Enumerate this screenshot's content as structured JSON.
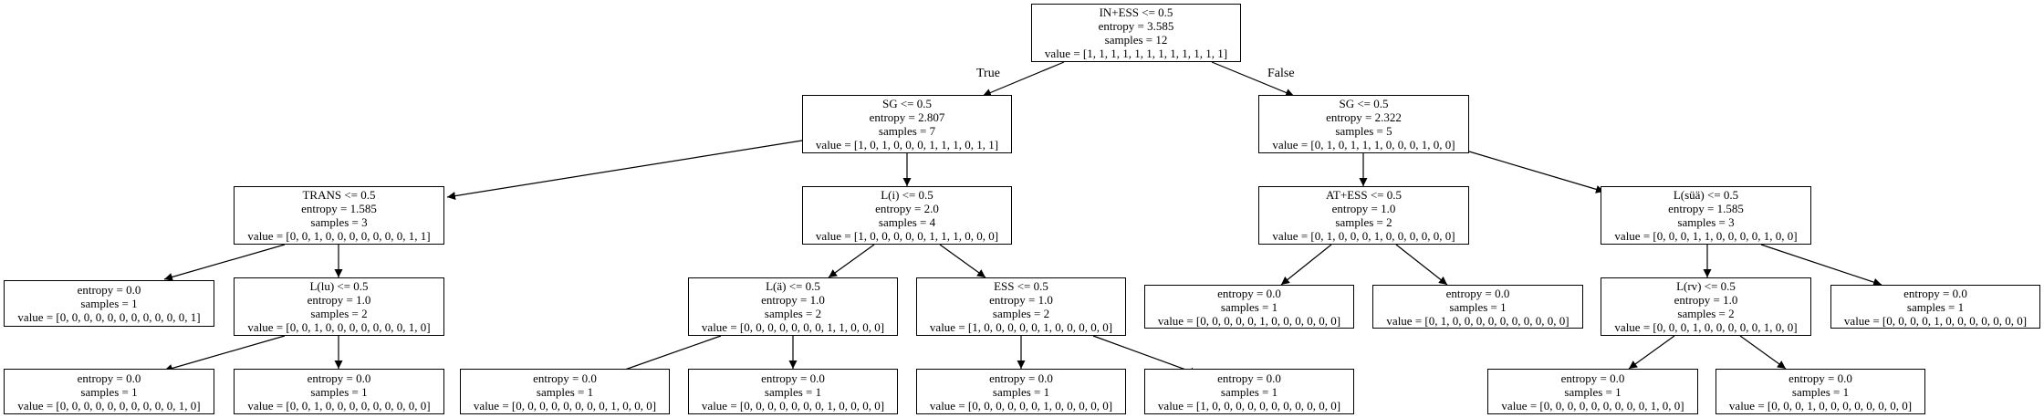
{
  "tree": {
    "edge_labels": {
      "true_label": "True",
      "false_label": "False"
    },
    "nodes": {
      "n0": {
        "lines": [
          "IN+ESS <= 0.5",
          "entropy = 3.585",
          "samples = 12",
          "value = [1, 1, 1, 1, 1, 1, 1, 1, 1, 1, 1, 1]"
        ]
      },
      "n1": {
        "lines": [
          "SG <= 0.5",
          "entropy = 2.807",
          "samples = 7",
          "value = [1, 0, 1, 0, 0, 0, 1, 1, 1, 0, 1, 1]"
        ]
      },
      "n2": {
        "lines": [
          "SG <= 0.5",
          "entropy = 2.322",
          "samples = 5",
          "value = [0, 1, 0, 1, 1, 1, 0, 0, 0, 1, 0, 0]"
        ]
      },
      "n3": {
        "lines": [
          "TRANS <= 0.5",
          "entropy = 1.585",
          "samples = 3",
          "value = [0, 0, 1, 0, 0, 0, 0, 0, 0, 0, 1, 1]"
        ]
      },
      "n4": {
        "lines": [
          "L(i) <= 0.5",
          "entropy = 2.0",
          "samples = 4",
          "value = [1, 0, 0, 0, 0, 0, 1, 1, 1, 0, 0, 0]"
        ]
      },
      "n5": {
        "lines": [
          "AT+ESS <= 0.5",
          "entropy = 1.0",
          "samples = 2",
          "value = [0, 1, 0, 0, 0, 1, 0, 0, 0, 0, 0, 0]"
        ]
      },
      "n6": {
        "lines": [
          "L(süä) <= 0.5",
          "entropy = 1.585",
          "samples = 3",
          "value = [0, 0, 0, 1, 1, 0, 0, 0, 0, 1, 0, 0]"
        ]
      },
      "n7": {
        "lines": [
          "entropy = 0.0",
          "samples = 1",
          "value = [0, 0, 0, 0, 0, 0, 0, 0, 0, 0, 0, 1]"
        ]
      },
      "n8": {
        "lines": [
          "L(lu) <= 0.5",
          "entropy = 1.0",
          "samples = 2",
          "value = [0, 0, 1, 0, 0, 0, 0, 0, 0, 0, 1, 0]"
        ]
      },
      "n9": {
        "lines": [
          "L(ä) <= 0.5",
          "entropy = 1.0",
          "samples = 2",
          "value = [0, 0, 0, 0, 0, 0, 0, 1, 1, 0, 0, 0]"
        ]
      },
      "n10": {
        "lines": [
          "ESS <= 0.5",
          "entropy = 1.0",
          "samples = 2",
          "value = [1, 0, 0, 0, 0, 0, 1, 0, 0, 0, 0, 0]"
        ]
      },
      "n11": {
        "lines": [
          "entropy = 0.0",
          "samples = 1",
          "value = [0, 0, 0, 0, 0, 1, 0, 0, 0, 0, 0, 0]"
        ]
      },
      "n12": {
        "lines": [
          "entropy = 0.0",
          "samples = 1",
          "value = [0, 1, 0, 0, 0, 0, 0, 0, 0, 0, 0, 0]"
        ]
      },
      "n13": {
        "lines": [
          "L(rv) <= 0.5",
          "entropy = 1.0",
          "samples = 2",
          "value = [0, 0, 0, 1, 0, 0, 0, 0, 0, 1, 0, 0]"
        ]
      },
      "n14": {
        "lines": [
          "entropy = 0.0",
          "samples = 1",
          "value = [0, 0, 0, 0, 1, 0, 0, 0, 0, 0, 0, 0]"
        ]
      },
      "n15": {
        "lines": [
          "entropy = 0.0",
          "samples = 1",
          "value = [0, 0, 0, 0, 0, 0, 0, 0, 0, 0, 1, 0]"
        ]
      },
      "n16": {
        "lines": [
          "entropy = 0.0",
          "samples = 1",
          "value = [0, 0, 1, 0, 0, 0, 0, 0, 0, 0, 0, 0]"
        ]
      },
      "n17": {
        "lines": [
          "entropy = 0.0",
          "samples = 1",
          "value = [0, 0, 0, 0, 0, 0, 0, 0, 1, 0, 0, 0]"
        ]
      },
      "n18": {
        "lines": [
          "entropy = 0.0",
          "samples = 1",
          "value = [0, 0, 0, 0, 0, 0, 0, 1, 0, 0, 0, 0]"
        ]
      },
      "n19": {
        "lines": [
          "entropy = 0.0",
          "samples = 1",
          "value = [0, 0, 0, 0, 0, 0, 1, 0, 0, 0, 0, 0]"
        ]
      },
      "n20": {
        "lines": [
          "entropy = 0.0",
          "samples = 1",
          "value = [1, 0, 0, 0, 0, 0, 0, 0, 0, 0, 0, 0]"
        ]
      },
      "n21": {
        "lines": [
          "entropy = 0.0",
          "samples = 1",
          "value = [0, 0, 0, 0, 0, 0, 0, 0, 0, 1, 0, 0]"
        ]
      },
      "n22": {
        "lines": [
          "entropy = 0.0",
          "samples = 1",
          "value = [0, 0, 0, 1, 0, 0, 0, 0, 0, 0, 0, 0]"
        ]
      }
    }
  }
}
